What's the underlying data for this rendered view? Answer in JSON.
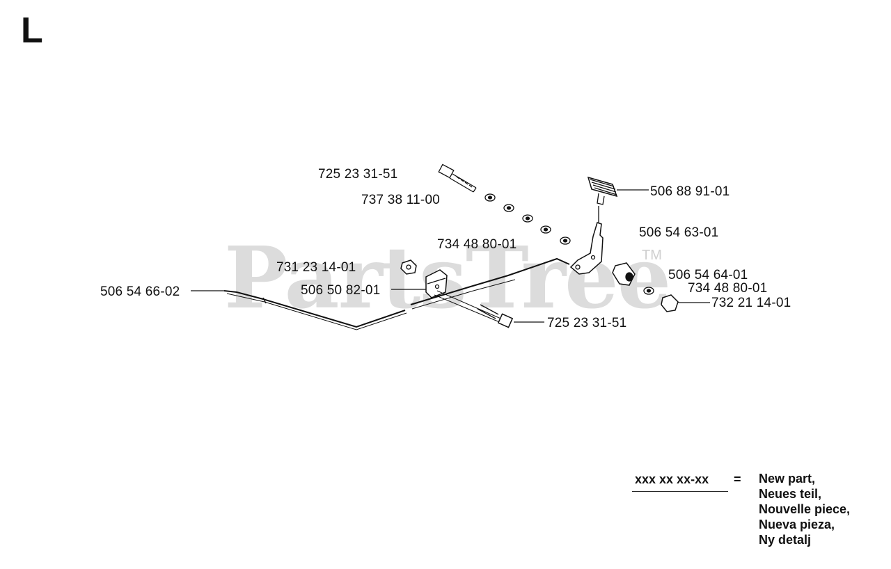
{
  "section_letter": "L",
  "watermark": {
    "text": "PartsTree",
    "tm": "TM"
  },
  "parts": {
    "p_725_23_31_51_top": "725 23 31-51",
    "p_737_38_11_00": "737 38 11-00",
    "p_734_48_80_01_mid": "734 48 80-01",
    "p_731_23_14_01": "731 23 14-01",
    "p_506_50_82_01": "506 50 82-01",
    "p_506_54_66_02": "506 54 66-02",
    "p_725_23_31_51_bottom": "725 23 31-51",
    "p_506_88_91_01": "506 88 91-01",
    "p_506_54_63_01": "506 54 63-01",
    "p_506_54_64_01": "506 54 64-01",
    "p_734_48_80_01_right": "734 48 80-01",
    "p_732_21_14_01": "732 21 14-01"
  },
  "legend": {
    "key": "xxx xx xx-xx",
    "equals": "=",
    "lines": [
      "New part,",
      "Neues teil,",
      "Nouvelle piece,",
      "Nueva pieza,",
      "Ny detalj"
    ]
  }
}
